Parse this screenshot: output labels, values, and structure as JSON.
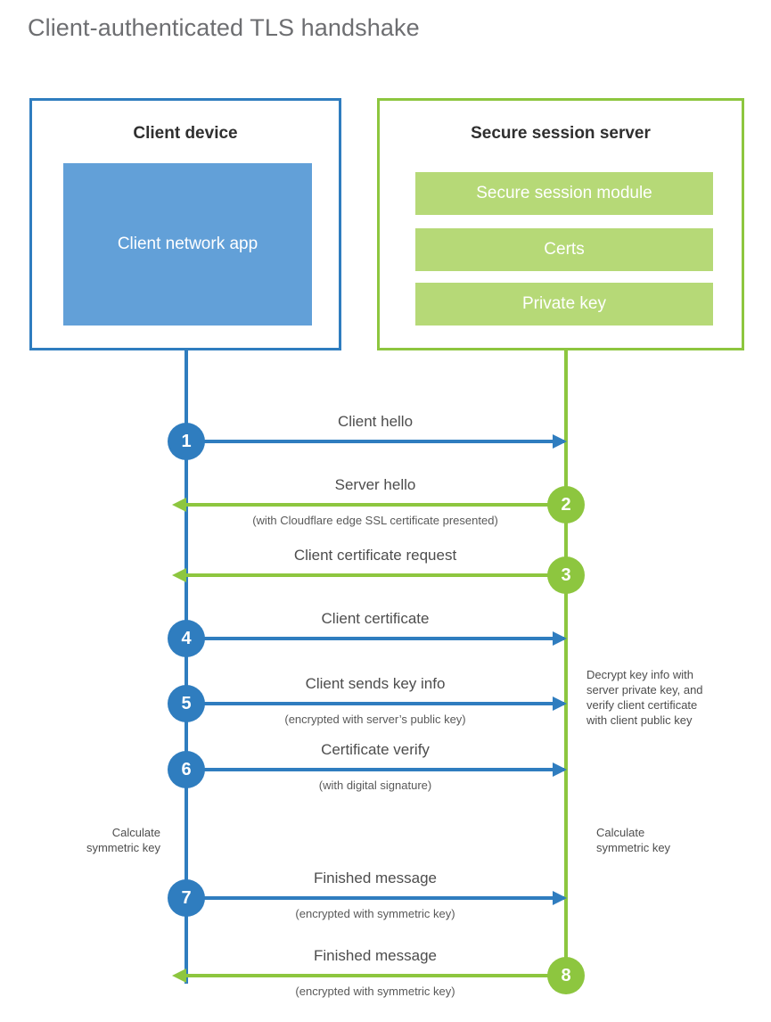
{
  "title": "Client-authenticated TLS handshake",
  "colors": {
    "client_blue": "#2f7dbf",
    "client_app_fill": "#62a0d8",
    "server_green": "#8dc63f",
    "server_bar_fill": "#b6d977",
    "title_gray": "#6d6e71",
    "text_gray": "#4d4d4d"
  },
  "client": {
    "title": "Client device",
    "app_label": "Client network\napp"
  },
  "server": {
    "title": "Secure session server",
    "bars": [
      {
        "label": "Secure session module"
      },
      {
        "label": "Certs"
      },
      {
        "label": "Private key"
      }
    ]
  },
  "messages": [
    {
      "number": "1",
      "label": "Client hello",
      "sublabel": "",
      "direction": "client-to-server",
      "origin": "client"
    },
    {
      "number": "2",
      "label": "Server hello",
      "sublabel": "(with Cloudflare edge SSL certificate presented)",
      "direction": "server-to-client",
      "origin": "server"
    },
    {
      "number": "3",
      "label": "Client certificate request",
      "sublabel": "",
      "direction": "server-to-client",
      "origin": "server"
    },
    {
      "number": "4",
      "label": "Client certificate",
      "sublabel": "",
      "direction": "client-to-server",
      "origin": "client"
    },
    {
      "number": "5",
      "label": "Client sends key info",
      "sublabel": "(encrypted with server’s public key)",
      "direction": "client-to-server",
      "origin": "client"
    },
    {
      "number": "6",
      "label": "Certificate verify",
      "sublabel": "(with digital signature)",
      "direction": "client-to-server",
      "origin": "client"
    },
    {
      "number": "7",
      "label": "Finished message",
      "sublabel": "(encrypted with symmetric key)",
      "direction": "client-to-server",
      "origin": "client"
    },
    {
      "number": "8",
      "label": "Finished message",
      "sublabel": "(encrypted with symmetric key)",
      "direction": "server-to-client",
      "origin": "server"
    }
  ],
  "notes": {
    "decrypt": "Decrypt key info with\nserver private key, and\nverify client certificate\nwith client public key",
    "calculate_client": "Calculate\nsymmetric key",
    "calculate_server": "Calculate\nsymmetric key"
  }
}
